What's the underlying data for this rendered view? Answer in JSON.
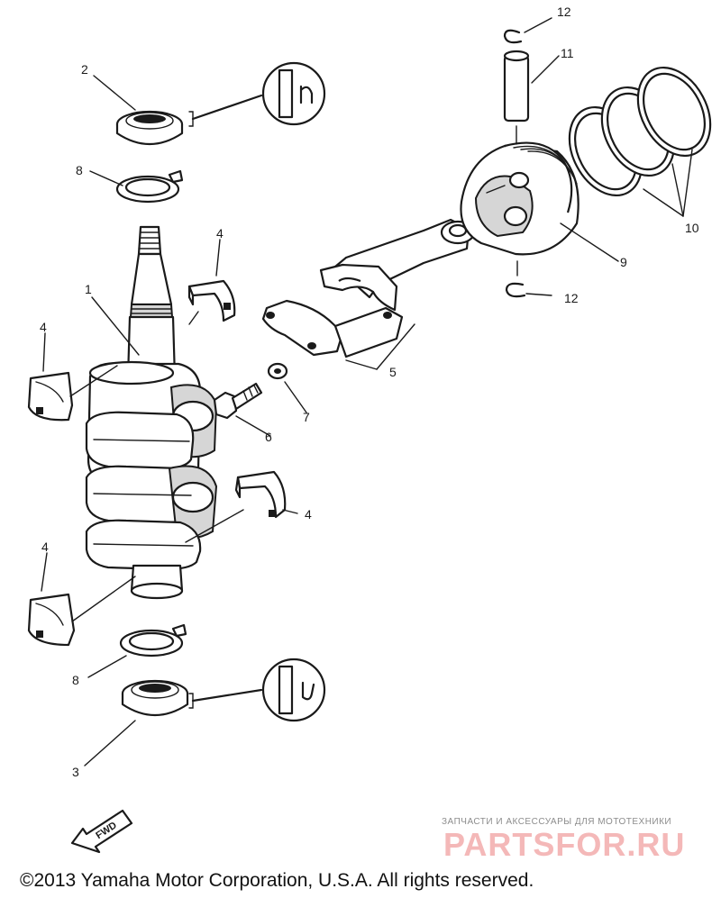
{
  "callouts": {
    "c1": "1",
    "c2": "2",
    "c3": "3",
    "c4a": "4",
    "c4b": "4",
    "c4c": "4",
    "c4d": "4",
    "c5": "5",
    "c6": "6",
    "c7": "7",
    "c8a": "8",
    "c8b": "8",
    "c9": "9",
    "c10": "10",
    "c11": "11",
    "c12a": "12",
    "c12b": "12"
  },
  "fwd_label": "FWD",
  "watermark": {
    "tagline": "ЗАПЧАСТИ И АКСЕССУАРЫ ДЛЯ МОТОТЕХНИКИ",
    "brand": "PARTSFOR.RU",
    "color": "#f4b8b8"
  },
  "copyright": "©2013 Yamaha Motor Corporation, U.S.A. All rights reserved."
}
